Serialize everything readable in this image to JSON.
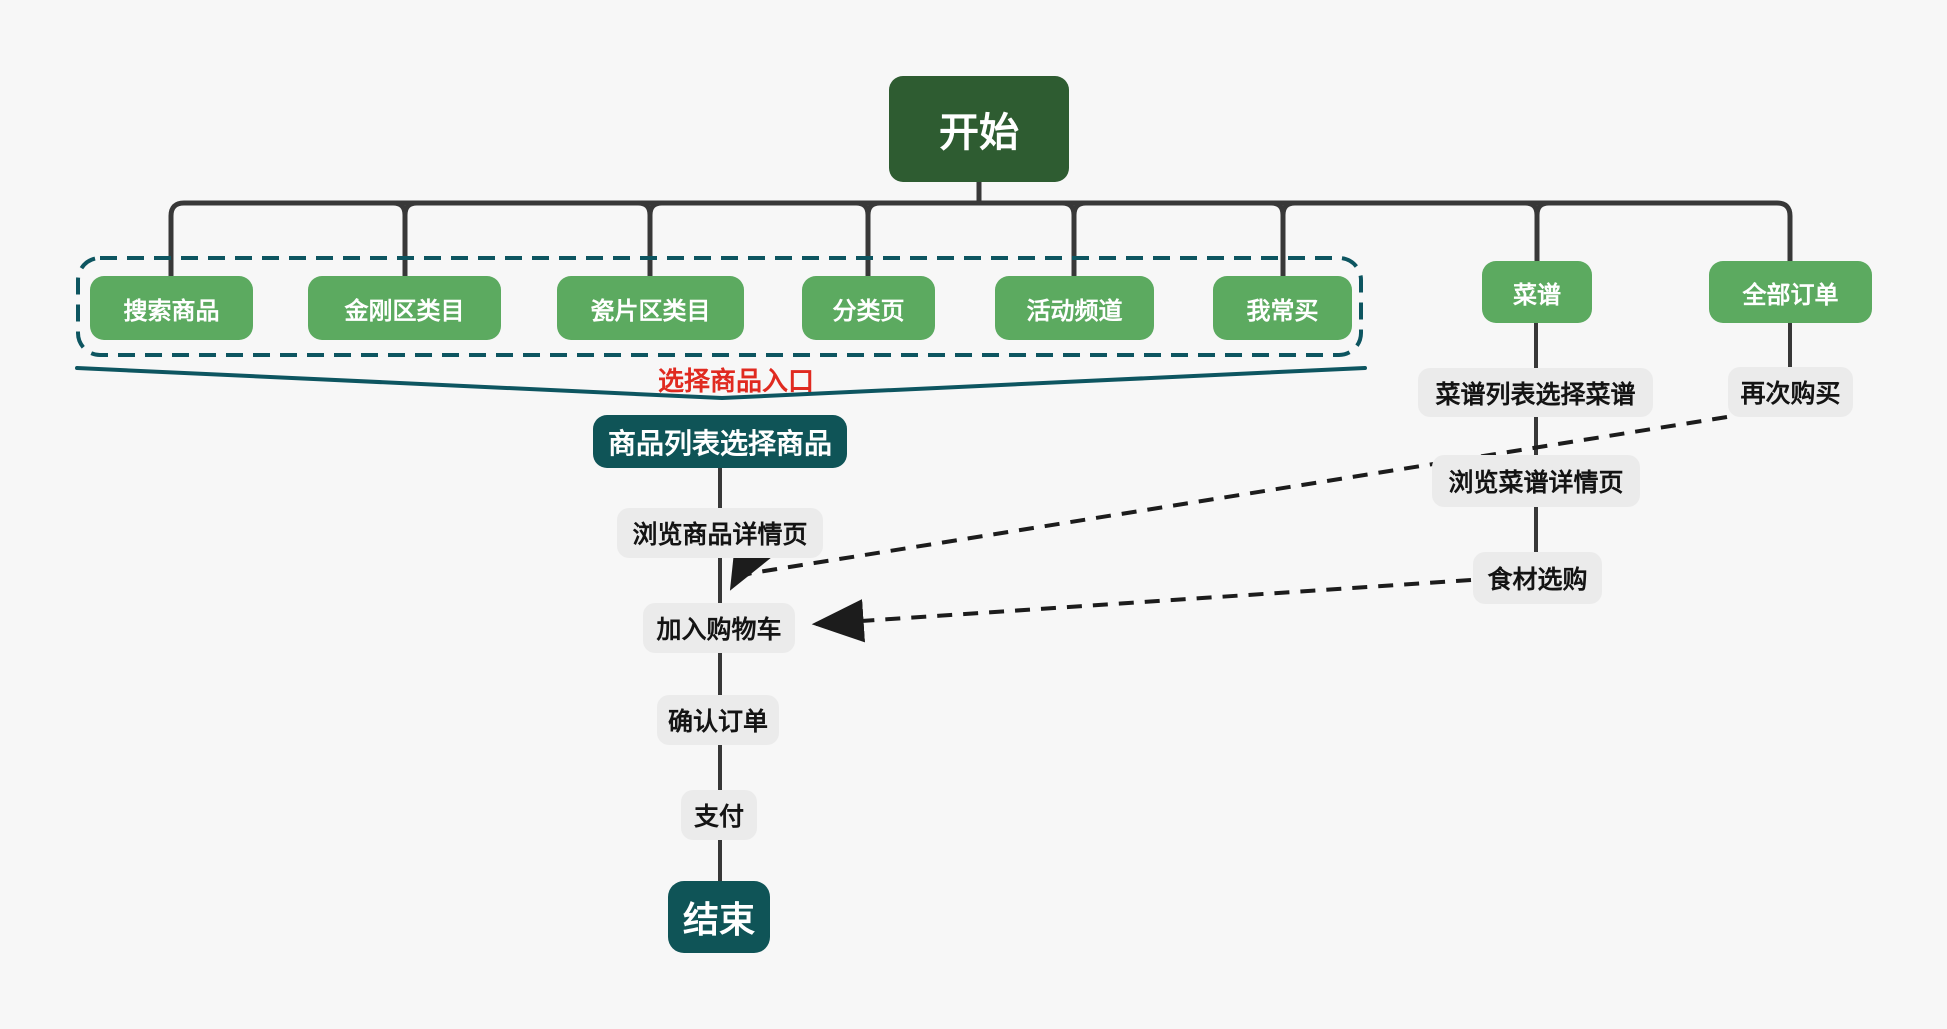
{
  "diagram": {
    "type": "flowchart",
    "language": "zh-CN"
  },
  "colors": {
    "background": "#f7f7f7",
    "start_end_dark_green": "#2e5c31",
    "entry_green": "#5caa60",
    "teal_node": "#0f5457",
    "group_dash_teal": "#0d5560",
    "gray_node_bg": "#ebebeb",
    "connector_line": "#383838",
    "dashed_arrow": "#1c1c1c",
    "caption_red": "#e02a20"
  },
  "nodes": {
    "start": "开始",
    "entries": [
      "搜索商品",
      "金刚区类目",
      "瓷片区类目",
      "分类页",
      "活动频道",
      "我常买"
    ],
    "recipe_entry": "菜谱",
    "orders_entry": "全部订单",
    "group_caption": "选择商品入口",
    "product_list": "商品列表选择商品",
    "browse_product": "浏览商品详情页",
    "add_cart": "加入购物车",
    "confirm": "确认订单",
    "pay": "支付",
    "end": "结束",
    "recipe_list": "菜谱列表选择菜谱",
    "browse_recipe": "浏览菜谱详情页",
    "ingredients": "食材选购",
    "buy_again": "再次购买"
  }
}
